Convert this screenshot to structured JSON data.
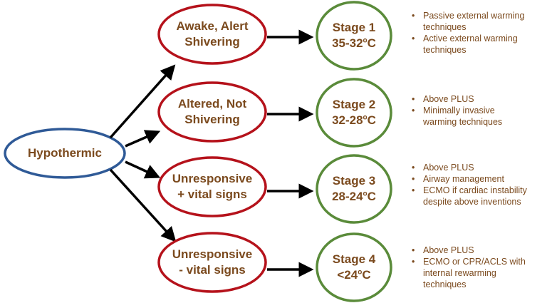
{
  "colors": {
    "root_border": "#2F5A97",
    "condition_border": "#B5121B",
    "stage_border": "#5A8B3A",
    "text": "#7B4A1E",
    "arrow": "#000000"
  },
  "root": {
    "label": "Hypothermic"
  },
  "rows": [
    {
      "condition": {
        "line1": "Awake, Alert",
        "line2": "Shivering"
      },
      "stage": {
        "title": "Stage 1",
        "temp_prefix": "35-32",
        "degree": "o",
        "unit": "C"
      },
      "notes": [
        "Passive external warming techniques",
        "Active external warming techniques"
      ]
    },
    {
      "condition": {
        "line1": "Altered, Not",
        "line2": "Shivering"
      },
      "stage": {
        "title": "Stage 2",
        "temp_prefix": "32-28",
        "degree": "o",
        "unit": "C"
      },
      "notes": [
        "Above PLUS",
        "Minimally invasive warming techniques"
      ]
    },
    {
      "condition": {
        "line1": "Unresponsive",
        "line2": "+ vital signs"
      },
      "stage": {
        "title": "Stage 3",
        "temp_prefix": "28-24",
        "degree": "o",
        "unit": "C"
      },
      "notes": [
        "Above PLUS",
        "Airway management",
        "ECMO if cardiac instability despite above inventions"
      ]
    },
    {
      "condition": {
        "line1": "Unresponsive",
        "line2": "- vital signs"
      },
      "stage": {
        "title": "Stage 4",
        "temp_prefix": "<24",
        "degree": "o",
        "unit": "C"
      },
      "notes": [
        "Above PLUS",
        "ECMO or CPR/ACLS with internal rewarming techniques"
      ]
    }
  ]
}
